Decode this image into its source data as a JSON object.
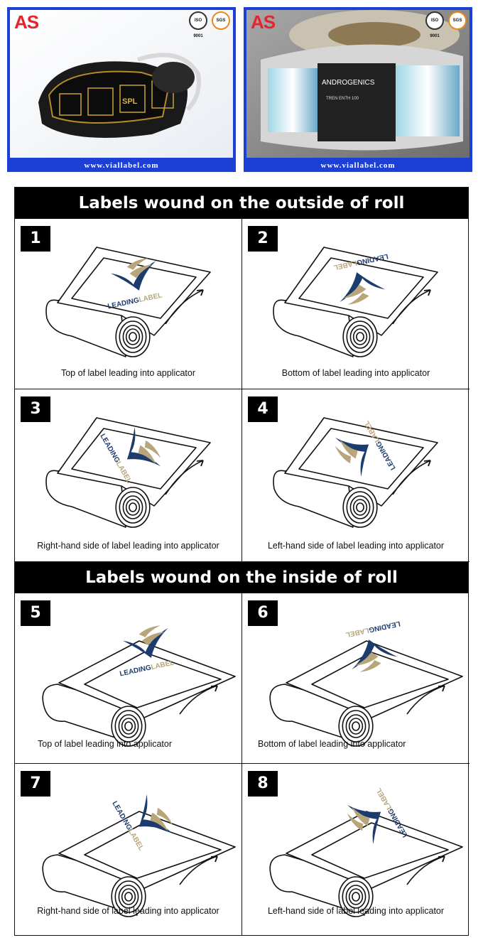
{
  "photos": [
    {
      "logo": "AS",
      "url": "www.viallabel.com",
      "cert_iso": "ISO 9001",
      "cert_sgs": "SGS",
      "product": "SPL"
    },
    {
      "logo": "AS",
      "url": "www.viallabel.com",
      "cert_iso": "ISO 9001",
      "cert_sgs": "SGS",
      "product": "ANDROGENICS",
      "sub": "TREN ENTH 100"
    }
  ],
  "sections": [
    {
      "title": "Labels wound on the outside of roll"
    },
    {
      "title": "Labels wound on the inside of roll"
    }
  ],
  "label_text": {
    "leading": "LEADING",
    "label": "LABEL"
  },
  "colors": {
    "brand_navy": "#1d3c6e",
    "brand_gold": "#b8a57a",
    "banner": "#000000"
  },
  "cells": [
    {
      "number": "1",
      "caption": "Top of label leading into applicator",
      "orientation": "top"
    },
    {
      "number": "2",
      "caption": "Bottom of label leading into applicator",
      "orientation": "bottom"
    },
    {
      "number": "3",
      "caption": "Right-hand side of label leading into applicator",
      "orientation": "right"
    },
    {
      "number": "4",
      "caption": "Left-hand side of label leading into applicator",
      "orientation": "left"
    },
    {
      "number": "5",
      "caption": "Top of label leading into applicator",
      "orientation": "top"
    },
    {
      "number": "6",
      "caption": "Bottom of label leading into applicator",
      "orientation": "bottom"
    },
    {
      "number": "7",
      "caption": "Right-hand side of label leading into applicator",
      "orientation": "right"
    },
    {
      "number": "8",
      "caption": "Left-hand side of label leading into applicator",
      "orientation": "left"
    }
  ]
}
